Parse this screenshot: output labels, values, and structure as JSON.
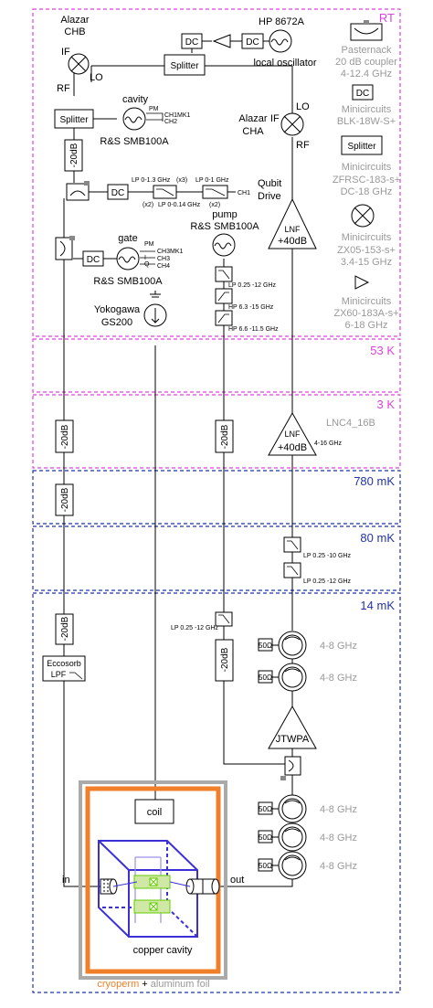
{
  "stages": {
    "rt": "RT",
    "k53": "53 K",
    "k3": "3 K",
    "mk780": "780 mK",
    "mk80": "80 mK",
    "mk14": "14 mK"
  },
  "colors": {
    "rt_stage": "#e040e0",
    "cold_stage": "#2233aa",
    "legend_text": "#999999",
    "cryoperm": "#f07f2a",
    "foil": "#aaaaaa",
    "cavity": "#3b2fd6",
    "qubit": "#66cc00"
  },
  "instruments": {
    "hp_title": "HP 8672A",
    "local_osc": "local oscillator",
    "alazar_chb": [
      "Alazar",
      "CHB"
    ],
    "alazar_cha": [
      "Alazar",
      "CHA"
    ],
    "cavity_label": "cavity",
    "cavity_src": "R&S SMB100A",
    "gate_label": "gate",
    "gate_src": "R&S SMB100A",
    "pump_label": [
      "pump",
      "R&S SMB100A"
    ],
    "yokogawa": [
      "Yokogawa",
      "GS200"
    ],
    "qubit_drive": [
      "Qubit",
      "Drive"
    ]
  },
  "ports": {
    "if": "IF",
    "lo": "LO",
    "rf": "RF",
    "pm": "PM",
    "ch1mk1": "CH1MK1",
    "ch2": "CH2",
    "ch1": "CH1",
    "ch3mk1": "CH3MK1",
    "i": "I",
    "q": "Q",
    "ch3": "CH3",
    "ch4": "CH4"
  },
  "components": {
    "dc": "DC",
    "splitter": "Splitter",
    "att": "-20dB",
    "lnf": "LNF",
    "gain": "+40dB",
    "lnc4": "LNC4_16B",
    "lnc4_band": "4-16 GHz",
    "jtwpa": "JTWPA",
    "coil": "coil",
    "eccosorb": "Eccosorb",
    "lpf": "LPF",
    "load": "50Ω",
    "in_label": "in",
    "out_label": "out",
    "copper_cavity": "copper cavity"
  },
  "filters": {
    "lp_0_13": "LP 0-1.3 GHz",
    "x3": "(x3)",
    "lp_0_1": "LP 0-1 GHz",
    "x2a": "(x2)",
    "lp_0_014": "LP 0-0.14 GHz",
    "x2b": "(x2)",
    "pump_lp": "LP 0.25 -12 GHz",
    "pump_hp1": "HP 6.3 -15 GHz",
    "pump_hp2": "HP 6.6 -11.5 GHz",
    "out_lp1": "LP 0.25 -10 GHz",
    "out_lp2": "LP 0.25 -12 GHz",
    "mk14_lp": "LP 0.25 -12 GHz"
  },
  "isolator_band": "4-8 GHz",
  "legend": {
    "coupler": [
      "Pasternack",
      "20 dB coupler",
      "4-12.4 GHz"
    ],
    "dc": [
      "Minicircuits",
      "BLK-18W-S+"
    ],
    "splitter": [
      "Minicircuits",
      "ZFRSC-183-s+",
      "DC-18 GHz"
    ],
    "mixer": [
      "Minicircuits",
      "ZX05-153-s+",
      "3.4-15 GHz"
    ],
    "amp": [
      "Minicircuits",
      "ZX60-183A-s+",
      "6-18 GHz"
    ]
  },
  "shield": {
    "cryoperm": "cryoperm",
    "plus": " + ",
    "foil": "aluminum foil"
  }
}
